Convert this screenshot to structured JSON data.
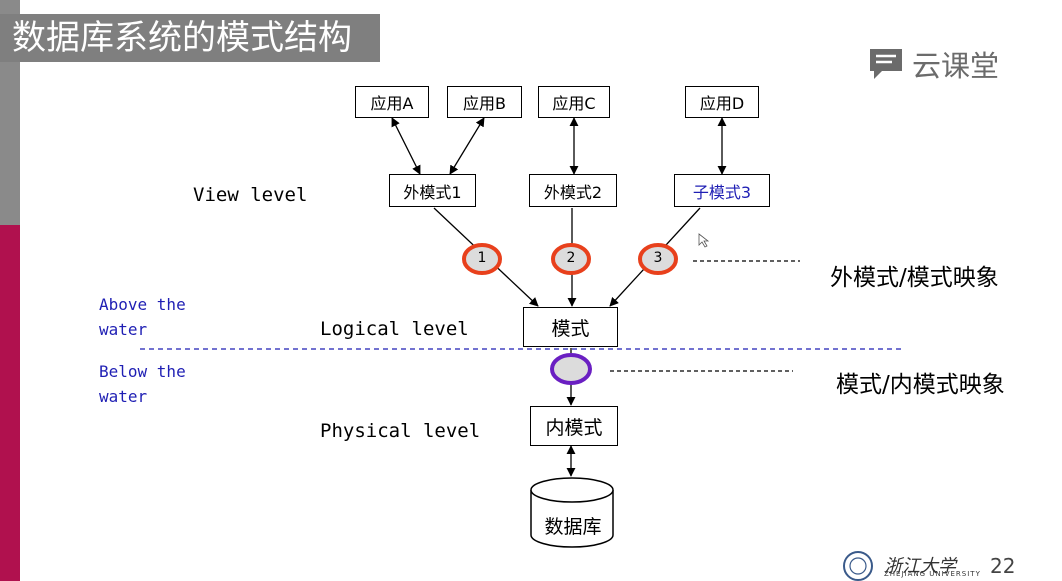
{
  "slide": {
    "title": "数据库系统的模式结构",
    "page_number": "22"
  },
  "brand": {
    "logo_text": "云课堂",
    "university_name": "浙江大学",
    "university_sub": "ZHEJIANG UNIVERSITY"
  },
  "levels": {
    "view": "View level",
    "logical": "Logical level",
    "physical": "Physical level"
  },
  "water": {
    "above_line1": "Above the",
    "above_line2": "water",
    "below_line1": "Below the",
    "below_line2": "water"
  },
  "apps": [
    "应用A",
    "应用B",
    "应用C",
    "应用D"
  ],
  "external_schemas": [
    "外模式1",
    "外模式2",
    "子模式3"
  ],
  "mapping_numbers": [
    "1",
    "2",
    "3"
  ],
  "schema": "模式",
  "internal_schema": "内模式",
  "database": "数据库",
  "mappings": {
    "external_to_conceptual": "外模式/模式映象",
    "conceptual_to_internal": "模式/内模式映象"
  },
  "colors": {
    "title_bar": "#7f7f7f",
    "stripe_gray": "#8a8a8a",
    "stripe_red": "#b0114e",
    "mapping_circle_border": "#e8401c",
    "internal_circle_border": "#6a1fc2",
    "water_line": "#1f1fb4",
    "blue_text": "#1f1fb4"
  }
}
